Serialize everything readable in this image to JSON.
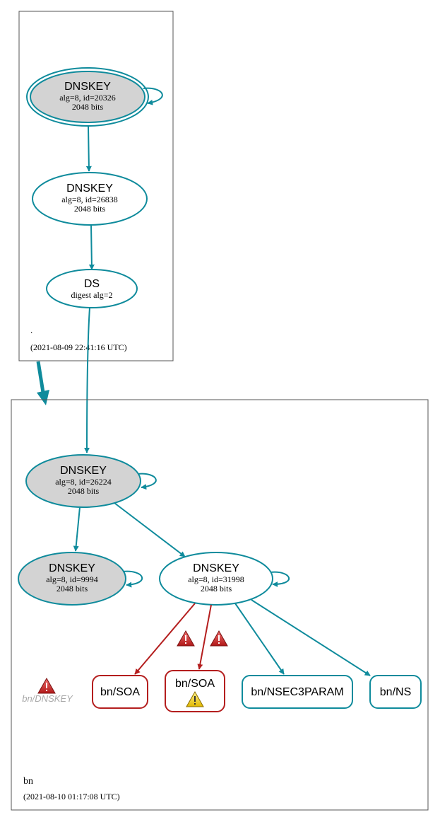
{
  "zones": {
    "root": {
      "name": ".",
      "timestamp": "(2021-08-09 22:41:16 UTC)"
    },
    "bn": {
      "name": "bn",
      "timestamp": "(2021-08-10 01:17:08 UTC)"
    }
  },
  "nodes": {
    "root_ksk": {
      "title": "DNSKEY",
      "line1": "alg=8, id=20326",
      "line2": "2048 bits"
    },
    "root_zsk": {
      "title": "DNSKEY",
      "line1": "alg=8, id=26838",
      "line2": "2048 bits"
    },
    "root_ds": {
      "title": "DS",
      "line1": "digest alg=2"
    },
    "bn_ksk": {
      "title": "DNSKEY",
      "line1": "alg=8, id=26224",
      "line2": "2048 bits"
    },
    "bn_key9994": {
      "title": "DNSKEY",
      "line1": "alg=8, id=9994",
      "line2": "2048 bits"
    },
    "bn_key31998": {
      "title": "DNSKEY",
      "line1": "alg=8, id=31998",
      "line2": "2048 bits"
    },
    "bn_soa_1": {
      "label": "bn/SOA"
    },
    "bn_soa_2": {
      "label": "bn/SOA"
    },
    "bn_nsec3param": {
      "label": "bn/NSEC3PARAM"
    },
    "bn_ns": {
      "label": "bn/NS"
    },
    "bn_dnskey_ghost": {
      "label": "bn/DNSKEY"
    }
  },
  "colors": {
    "secure": "#0f8b9c",
    "bogus": "#b41e1e",
    "ksk_fill": "#d3d3d3",
    "ghost_text": "#a8a8a8",
    "border": "#555555"
  },
  "icons": [
    "error-warning-icon",
    "caution-warning-icon"
  ]
}
